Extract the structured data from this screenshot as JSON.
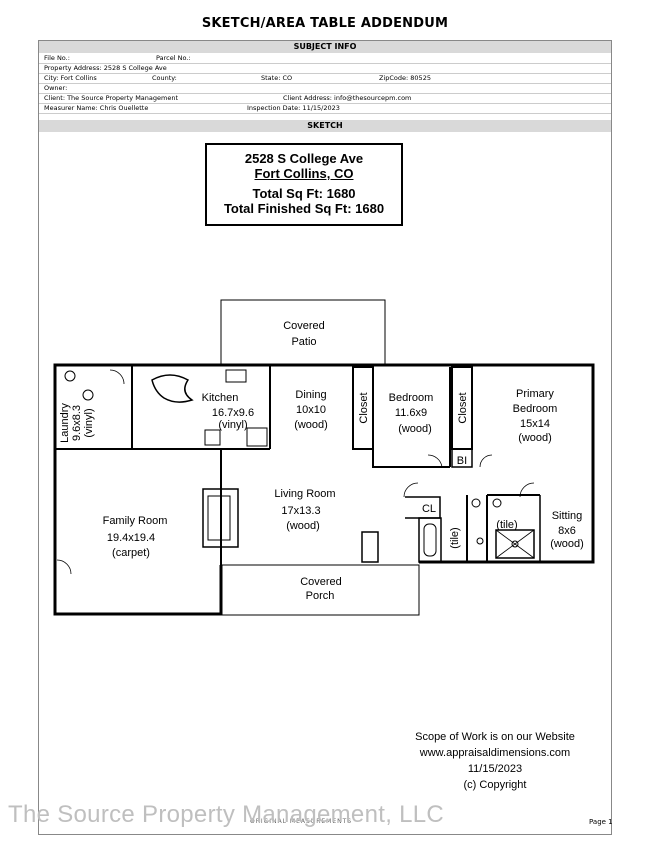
{
  "title": "SKETCH/AREA TABLE ADDENDUM",
  "subject_info": {
    "header": "SUBJECT INFO",
    "file_no": "File No.:",
    "parcel_no": "Parcel No.:",
    "property_address": "Property Address: 2528 S College Ave",
    "city": "City: Fort Collins",
    "county": "County:",
    "state": "State: CO",
    "zip": "ZipCode: 80525",
    "owner": "Owner:",
    "client": "Client: The Source Property Management",
    "client_address": "Client Address: info@thesourcepm.com",
    "measurer": "Measurer Name: Chris Ouellette",
    "inspection_date": "Inspection Date: 11/15/2023"
  },
  "sketch": {
    "header": "SKETCH",
    "box": {
      "address": "2528 S College Ave",
      "city": "Fort Collins, CO",
      "total_sqft": "Total Sq Ft: 1680",
      "finished_sqft": "Total Finished Sq Ft: 1680"
    },
    "rooms": {
      "covered_patio_1": "Covered",
      "covered_patio_2": "Patio",
      "laundry_1": "Laundry",
      "laundry_2": "9.6x8.3",
      "laundry_3": "(vinyl)",
      "kitchen_1": "Kitchen",
      "kitchen_2": "16.7x9.6",
      "kitchen_3": "(vinyl)",
      "dining_1": "Dining",
      "dining_2": "10x10",
      "dining_3": "(wood)",
      "closet_a": "Closet",
      "bedroom_1": "Bedroom",
      "bedroom_2": "11.6x9",
      "bedroom_3": "(wood)",
      "closet_b": "Closet",
      "primary_1": "Primary",
      "primary_2": "Bedroom",
      "primary_3": "15x14",
      "primary_4": "(wood)",
      "bi": "BI",
      "living_1": "Living Room",
      "living_2": "17x13.3",
      "living_3": "(wood)",
      "cl": "CL",
      "tile_a": "(tile)",
      "tile_b": "(tile)",
      "sitting_1": "Sitting",
      "sitting_2": "8x6",
      "sitting_3": "(wood)",
      "family_1": "Family Room",
      "family_2": "19.4x19.4",
      "family_3": "(carpet)",
      "covered_porch_1": "Covered",
      "covered_porch_2": "Porch"
    }
  },
  "scope": {
    "line1": "Scope of Work is on our Website",
    "line2": "www.appraisaldimensions.com",
    "line3": "11/15/2023",
    "line4": "(c) Copyright"
  },
  "watermark": "The Source Property Management, LLC",
  "footer_mid": "ORIGINAL MEASUREMENTS",
  "page": "Page 1"
}
